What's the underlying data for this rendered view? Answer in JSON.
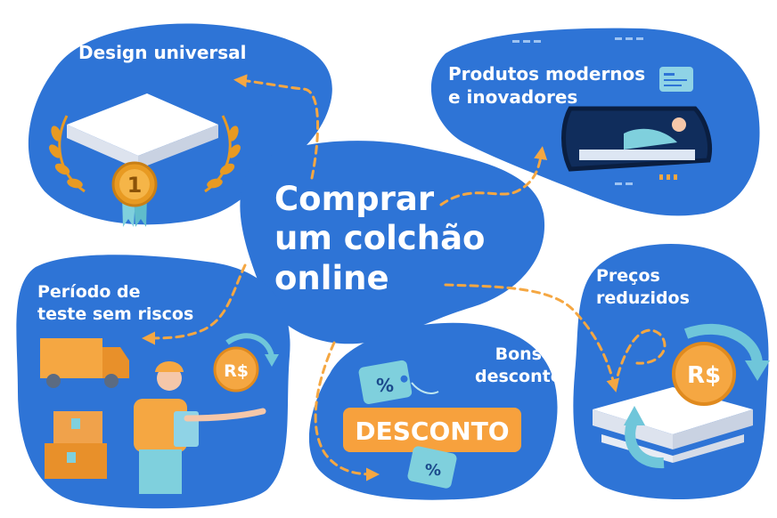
{
  "colors": {
    "blob": "#2E74D6",
    "arrow": "#F5A742",
    "orange": "#F7A13D",
    "teal": "#7FD0DD",
    "mattress": "#F2F4F8",
    "gold": "#E89A22"
  },
  "center": {
    "line1": "Comprar",
    "line2": "um colchão",
    "line3": "online"
  },
  "topics": {
    "design": {
      "label": "Design universal",
      "medal_number": "1"
    },
    "produtos": {
      "line1": "Produtos modernos",
      "line2": "e inovadores"
    },
    "periodo": {
      "line1": "Período de",
      "line2": "teste sem riscos",
      "coin": "R$"
    },
    "bons": {
      "line1": "Bons",
      "line2": "descontos",
      "banner": "DESCONTO",
      "tag1": "%",
      "tag2": "%"
    },
    "precos": {
      "line1": "Preços",
      "line2": "reduzidos",
      "coin": "R$"
    }
  }
}
